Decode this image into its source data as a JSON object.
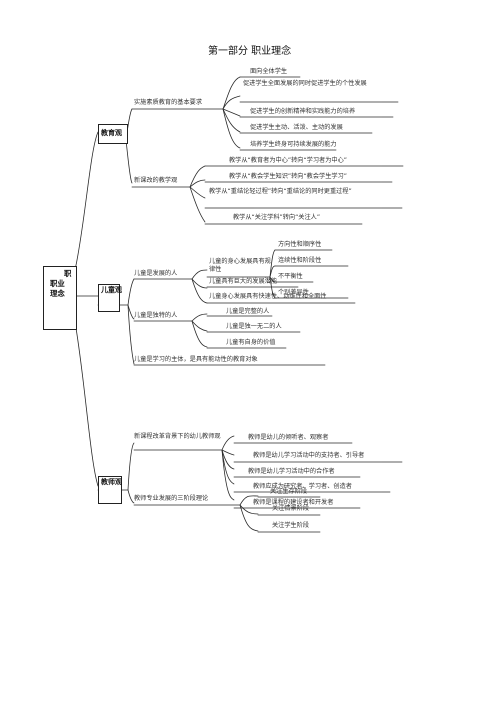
{
  "title": "第一部分 职业理念",
  "root": {
    "line1": "职",
    "line2": "职业",
    "line3": "理念"
  },
  "sections": [
    {
      "name": "教育观",
      "branches": [
        {
          "label": "实施素质教育的基本要求",
          "leaves": [
            "面向全体学生",
            "促进学生全面发展的同时促进学生的个性发展",
            "促进学生的创新精神和实践能力的培养",
            "促进学生主动、活泼、主动的发展",
            "培养学生终身可持续发展的能力"
          ]
        },
        {
          "label": "新课改的教学观",
          "leaves": [
            "教学从“教育者为中心”转向“学习者为中心”",
            "教学从“教会学生知识”转向“教会学生学习”",
            "教学从“重结论轻过程”转向“重结论的同时更重过程”",
            "教学从“关注学科”转向“关注人”"
          ]
        }
      ]
    },
    {
      "name": "儿童观",
      "branches": [
        {
          "label": "儿童是发展的人",
          "sub": [
            {
              "label": "儿童的身心发展具有规律性",
              "leaves": [
                "方向性和顺序性",
                "连续性和阶段性",
                "不平衡性",
                "个别差异性"
              ]
            },
            {
              "label": "儿童具有巨大的发展潜能"
            },
            {
              "label": "儿童身心发展具有快速性、动维性和全面性"
            }
          ]
        },
        {
          "label": "儿童是独特的人",
          "leaves": [
            "儿童是完整的人",
            "儿童是独一无二的人",
            "儿童有自身的价值"
          ]
        },
        {
          "label": "儿童是学习的主体，是具有能动性的教育对象"
        }
      ]
    },
    {
      "name": "教师观",
      "branches": [
        {
          "label": "新课程改革背景下的幼儿教师观",
          "leaves": [
            "教师是幼儿的倾听者、观察者",
            "教师是幼儿学习活动中的支持者、引导者",
            "教师是幼儿学习活动中的合作者",
            "教师应成为研究者、学习者、创造者",
            "教师是课程的建设者和开发者"
          ]
        },
        {
          "label": "教师专业发展的三阶段理论",
          "leaves": [
            "关注生存阶段",
            "关注情景阶段",
            "关注学生阶段"
          ]
        }
      ]
    }
  ]
}
